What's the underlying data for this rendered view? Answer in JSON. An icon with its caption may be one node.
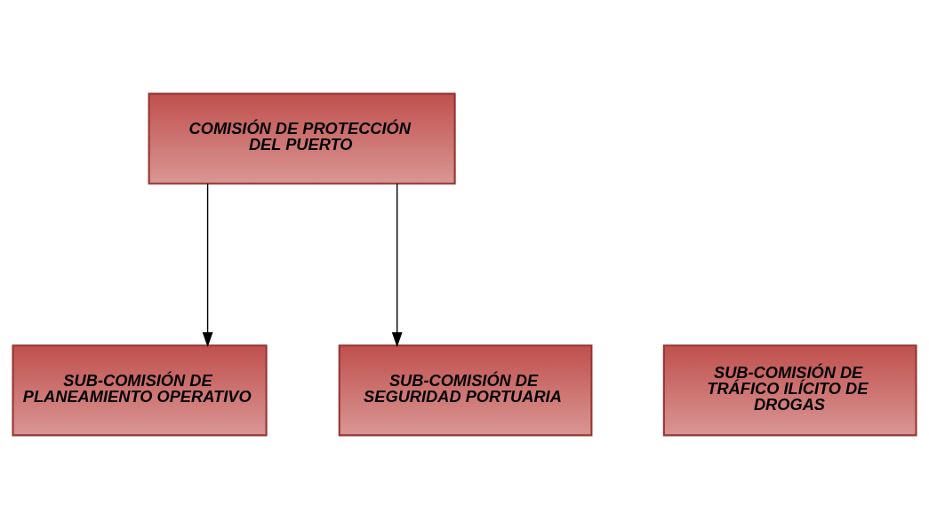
{
  "diagram": {
    "nodes": [
      {
        "text": [
          "COMISIÓN DE PROTECCIÓN DEL PUERTO"
        ]
      },
      {
        "text": [
          "SUB-COMISIÓN DE PLANEAMIENTO OPERATIVO"
        ]
      },
      {
        "text": [
          "SUB-COMISIÓN DE TRÁFICO ILÍCITO DE DROGAS"
        ]
      },
      {
        "text": [
          "SUB-COMISIÓN DE SEGURIDAD PORTUARIA"
        ]
      }
    ],
    "edges": [
      {
        "from": 0,
        "to": 1,
        "arrow": "to"
      },
      {
        "from": 0,
        "to": 3,
        "arrow": "to"
      }
    ]
  }
}
